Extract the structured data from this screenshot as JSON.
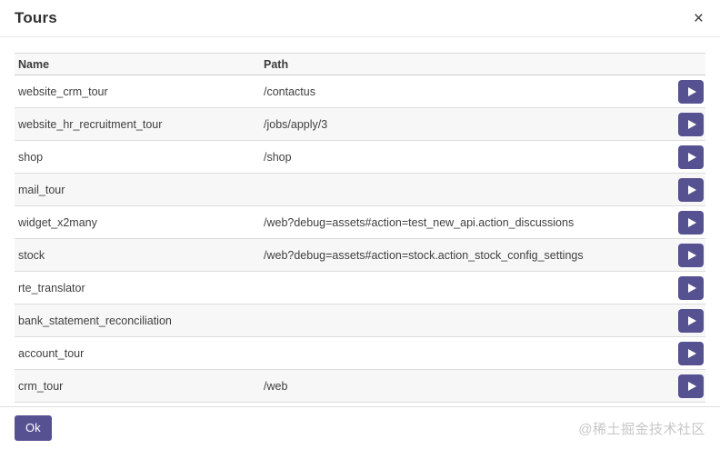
{
  "dialog": {
    "title": "Tours",
    "close_icon": "×"
  },
  "table": {
    "headers": {
      "name": "Name",
      "path": "Path",
      "action": ""
    },
    "rows": [
      {
        "name": "website_crm_tour",
        "path": "/contactus"
      },
      {
        "name": "website_hr_recruitment_tour",
        "path": "/jobs/apply/3"
      },
      {
        "name": "shop",
        "path": "/shop"
      },
      {
        "name": "mail_tour",
        "path": ""
      },
      {
        "name": "widget_x2many",
        "path": "/web?debug=assets#action=test_new_api.action_discussions"
      },
      {
        "name": "stock",
        "path": "/web?debug=assets#action=stock.action_stock_config_settings"
      },
      {
        "name": "rte_translator",
        "path": ""
      },
      {
        "name": "bank_statement_reconciliation",
        "path": ""
      },
      {
        "name": "account_tour",
        "path": ""
      },
      {
        "name": "crm_tour",
        "path": "/web"
      }
    ],
    "row_action_icon": "play-icon"
  },
  "footer": {
    "ok_label": "Ok",
    "watermark": "@稀土掘金技术社区"
  },
  "colors": {
    "primary": "#565191",
    "primary-text": "#ffffff",
    "stripe": "#f7f7f7",
    "row-border": "#dddddd",
    "watermark": "#c7c7c7"
  }
}
